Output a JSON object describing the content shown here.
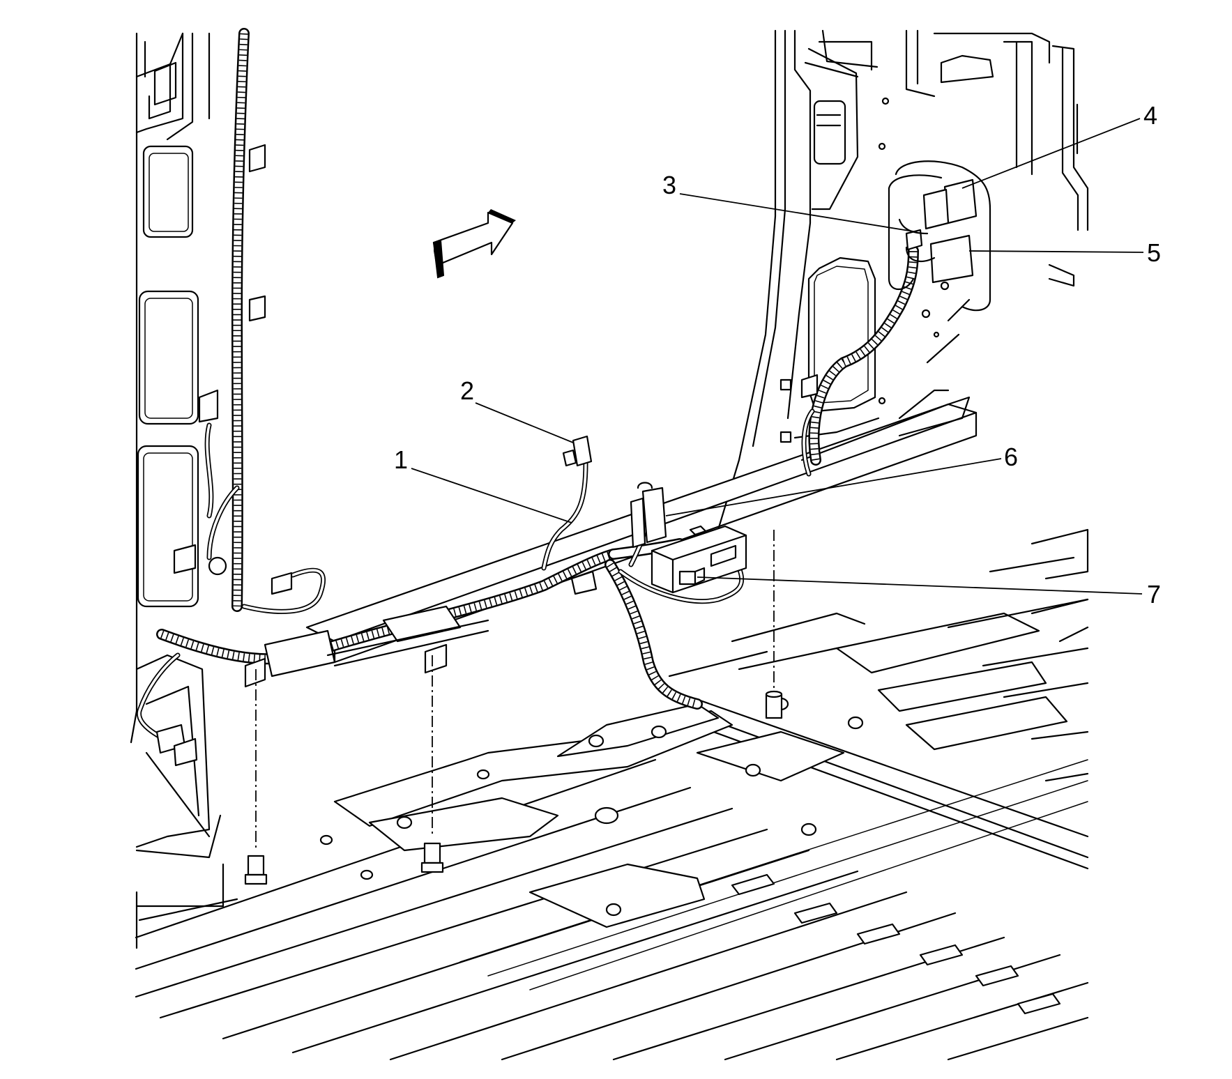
{
  "callouts": [
    {
      "id": "1",
      "label": "1"
    },
    {
      "id": "2",
      "label": "2"
    },
    {
      "id": "3",
      "label": "3"
    },
    {
      "id": "4",
      "label": "4"
    },
    {
      "id": "5",
      "label": "5"
    },
    {
      "id": "6",
      "label": "6"
    },
    {
      "id": "7",
      "label": "7"
    }
  ],
  "icons": {
    "direction_arrow": "forward-arrow-icon"
  },
  "colors": {
    "line": "#000000",
    "background": "#ffffff"
  }
}
